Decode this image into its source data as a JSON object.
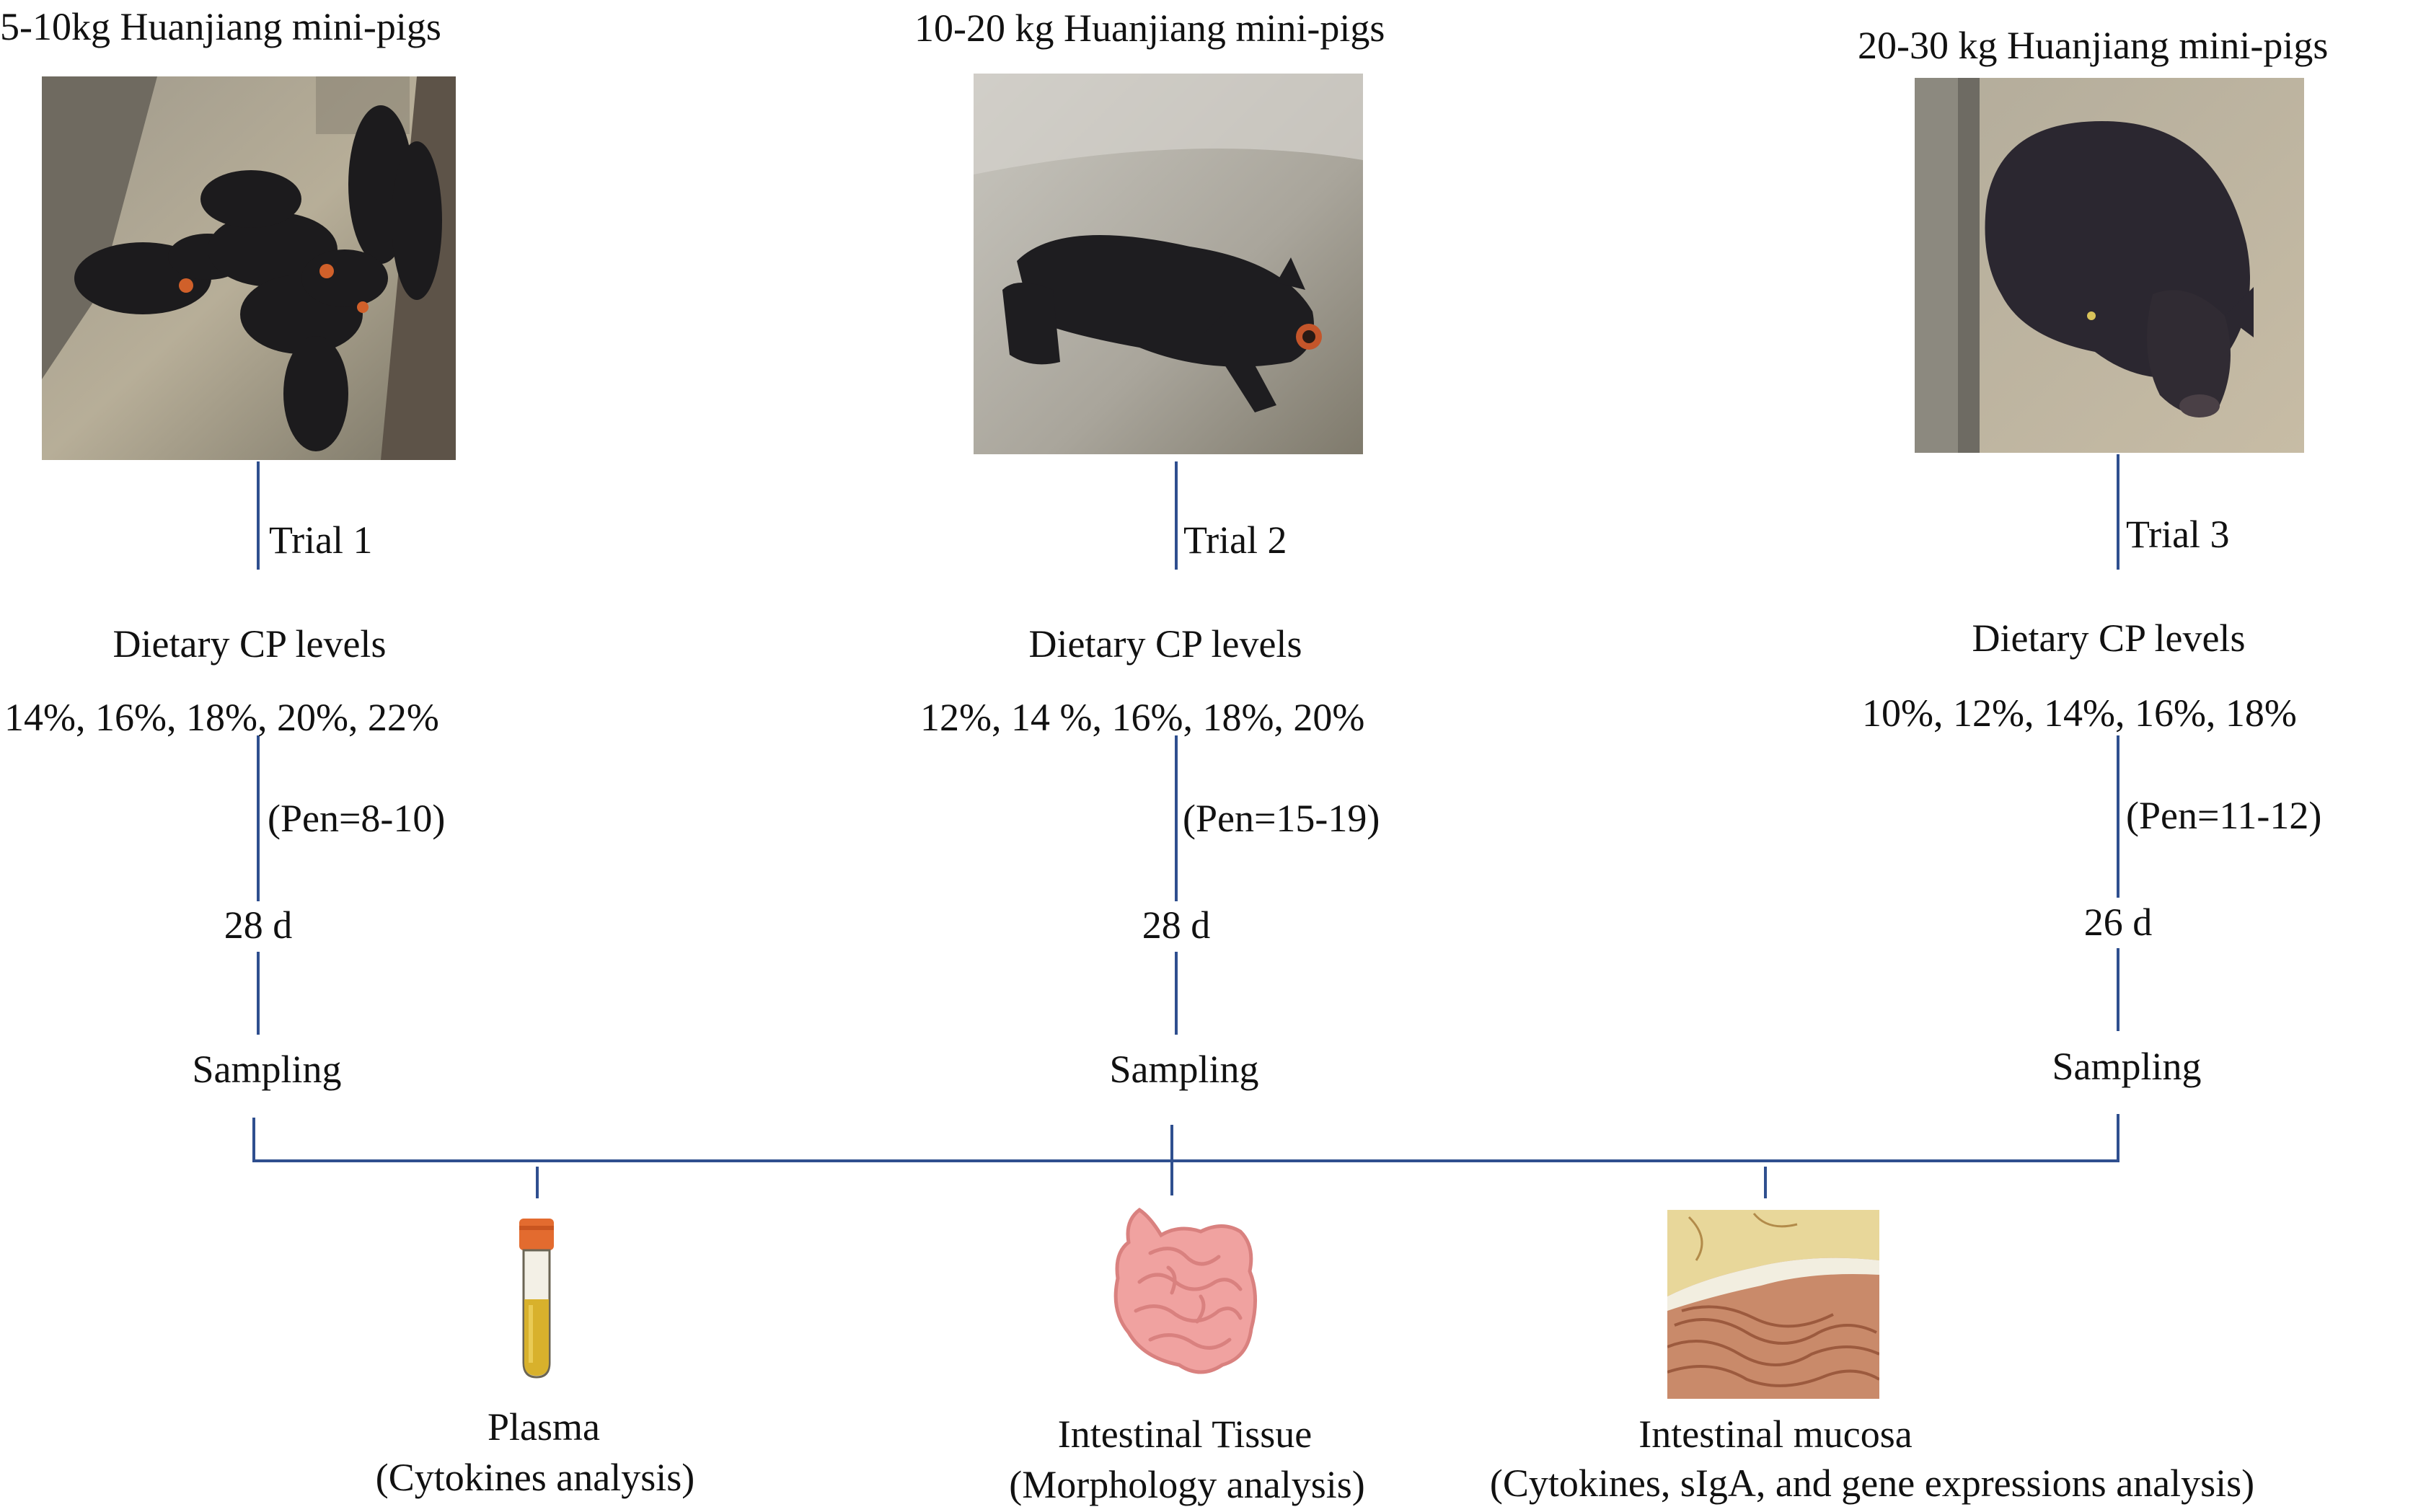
{
  "trials": [
    {
      "group_label": "5-10kg Huanjiang mini-pigs",
      "trial_label": "Trial 1",
      "cp_heading": "Dietary CP levels",
      "cp_levels": "14%, 16%, 18%, 20%, 22%",
      "pen": "(Pen=8-10)",
      "duration": "28 d",
      "sampling": "Sampling"
    },
    {
      "group_label": "10-20 kg Huanjiang mini-pigs",
      "trial_label": "Trial 2",
      "cp_heading": "Dietary CP levels",
      "cp_levels": "12%, 14 %, 16%, 18%, 20%",
      "pen": "(Pen=15-19)",
      "duration": "28 d",
      "sampling": "Sampling"
    },
    {
      "group_label": "20-30 kg Huanjiang mini-pigs",
      "trial_label": "Trial 3",
      "cp_heading": "Dietary CP levels",
      "cp_levels": "10%, 12%, 14%, 16%, 18%",
      "pen": "(Pen=11-12)",
      "duration": "26 d",
      "sampling": "Sampling"
    }
  ],
  "samples": [
    {
      "name": "Plasma",
      "analysis": "(Cytokines analysis)",
      "icon": "blood-tube-icon"
    },
    {
      "name": "Intestinal Tissue",
      "analysis": "(Morphology analysis)",
      "icon": "intestine-icon"
    },
    {
      "name": "Intestinal mucosa",
      "analysis": "(Cytokines, sIgA, and gene expressions analysis)",
      "icon": "mucosa-icon"
    }
  ],
  "colors": {
    "line": "#2f4f8f",
    "text": "#111111"
  }
}
